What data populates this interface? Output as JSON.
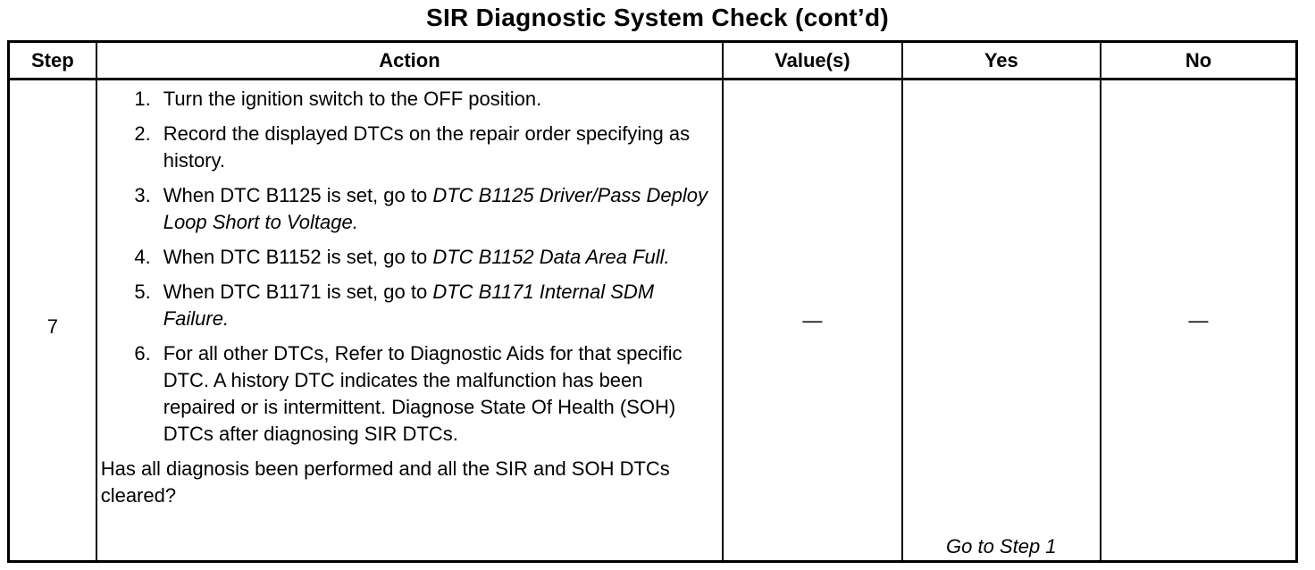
{
  "title": "SIR Diagnostic System Check (cont’d)",
  "headers": {
    "step": "Step",
    "action": "Action",
    "values": "Value(s)",
    "yes": "Yes",
    "no": "No"
  },
  "row": {
    "step": "7",
    "actions": [
      {
        "num": "1.",
        "text": "Turn the ignition switch to the OFF position.",
        "ref": ""
      },
      {
        "num": "2.",
        "text": "Record the displayed DTCs on the repair order specifying as history.",
        "ref": ""
      },
      {
        "num": "3.",
        "text": "When DTC B1125 is set, go to ",
        "ref": "DTC B1125 Driver/Pass Deploy Loop Short to Voltage."
      },
      {
        "num": "4.",
        "text": "When DTC B1152 is set, go to ",
        "ref": "DTC B1152 Data Area Full."
      },
      {
        "num": "5.",
        "text": "When DTC B1171 is set, go to ",
        "ref": "DTC B1171 Internal SDM Failure."
      },
      {
        "num": "6.",
        "text": "For all other DTCs, Refer to Diagnostic Aids for that specific DTC. A history DTC indicates the malfunction has been repaired or is intermittent. Diagnose State Of Health (SOH) DTCs after diagnosing SIR DTCs.",
        "ref": ""
      }
    ],
    "question": "Has all diagnosis been performed and all the SIR and SOH DTCs cleared?",
    "values": "—",
    "yes": "Go to Step 1",
    "no": "—"
  }
}
